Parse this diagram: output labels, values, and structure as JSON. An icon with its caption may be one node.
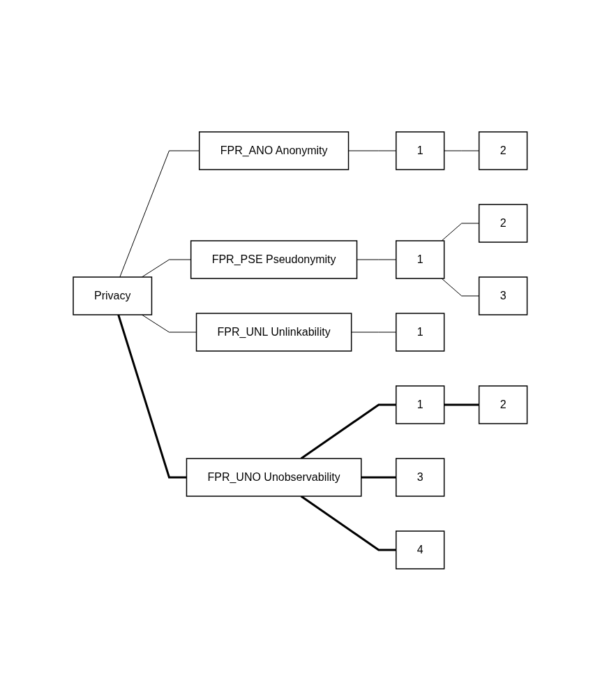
{
  "diagram": {
    "nodes": [
      {
        "text": [
          "Privacy"
        ]
      },
      {
        "text": [
          "FPR_ANO Anonymity"
        ]
      },
      {
        "text": [
          "1"
        ]
      },
      {
        "text": [
          "2"
        ]
      },
      {
        "text": [
          "FPR_PSE Pseudonymity"
        ]
      },
      {
        "text": [
          "1"
        ]
      },
      {
        "text": [
          "2"
        ]
      },
      {
        "text": [
          "3"
        ]
      },
      {
        "text": [
          "FPR_UNL Unlinkability"
        ]
      },
      {
        "text": [
          "1"
        ]
      },
      {
        "text": [
          "FPR_UNO Unobservability"
        ]
      },
      {
        "text": [
          "1"
        ]
      },
      {
        "text": [
          "2"
        ]
      },
      {
        "text": [
          "3"
        ]
      },
      {
        "text": [
          "4"
        ]
      }
    ],
    "edges": [
      {
        "from": 0,
        "to": 1,
        "arrow": "none"
      },
      {
        "from": 1,
        "to": 2,
        "arrow": "none"
      },
      {
        "from": 2,
        "to": 3,
        "arrow": "none"
      },
      {
        "from": 0,
        "to": 4,
        "arrow": "none"
      },
      {
        "from": 4,
        "to": 5,
        "arrow": "none"
      },
      {
        "from": 5,
        "to": 6,
        "arrow": "none"
      },
      {
        "from": 5,
        "to": 7,
        "arrow": "none"
      },
      {
        "from": 0,
        "to": 8,
        "arrow": "none"
      },
      {
        "from": 8,
        "to": 9,
        "arrow": "none"
      },
      {
        "from": 0,
        "to": 10,
        "arrow": "none",
        "style": "thick"
      },
      {
        "from": 10,
        "to": 11,
        "arrow": "none",
        "style": "thick"
      },
      {
        "from": 11,
        "to": 12,
        "arrow": "none",
        "style": "thick"
      },
      {
        "from": 10,
        "to": 13,
        "arrow": "none",
        "style": "thick"
      },
      {
        "from": 10,
        "to": 14,
        "arrow": "none",
        "style": "thick"
      }
    ]
  }
}
